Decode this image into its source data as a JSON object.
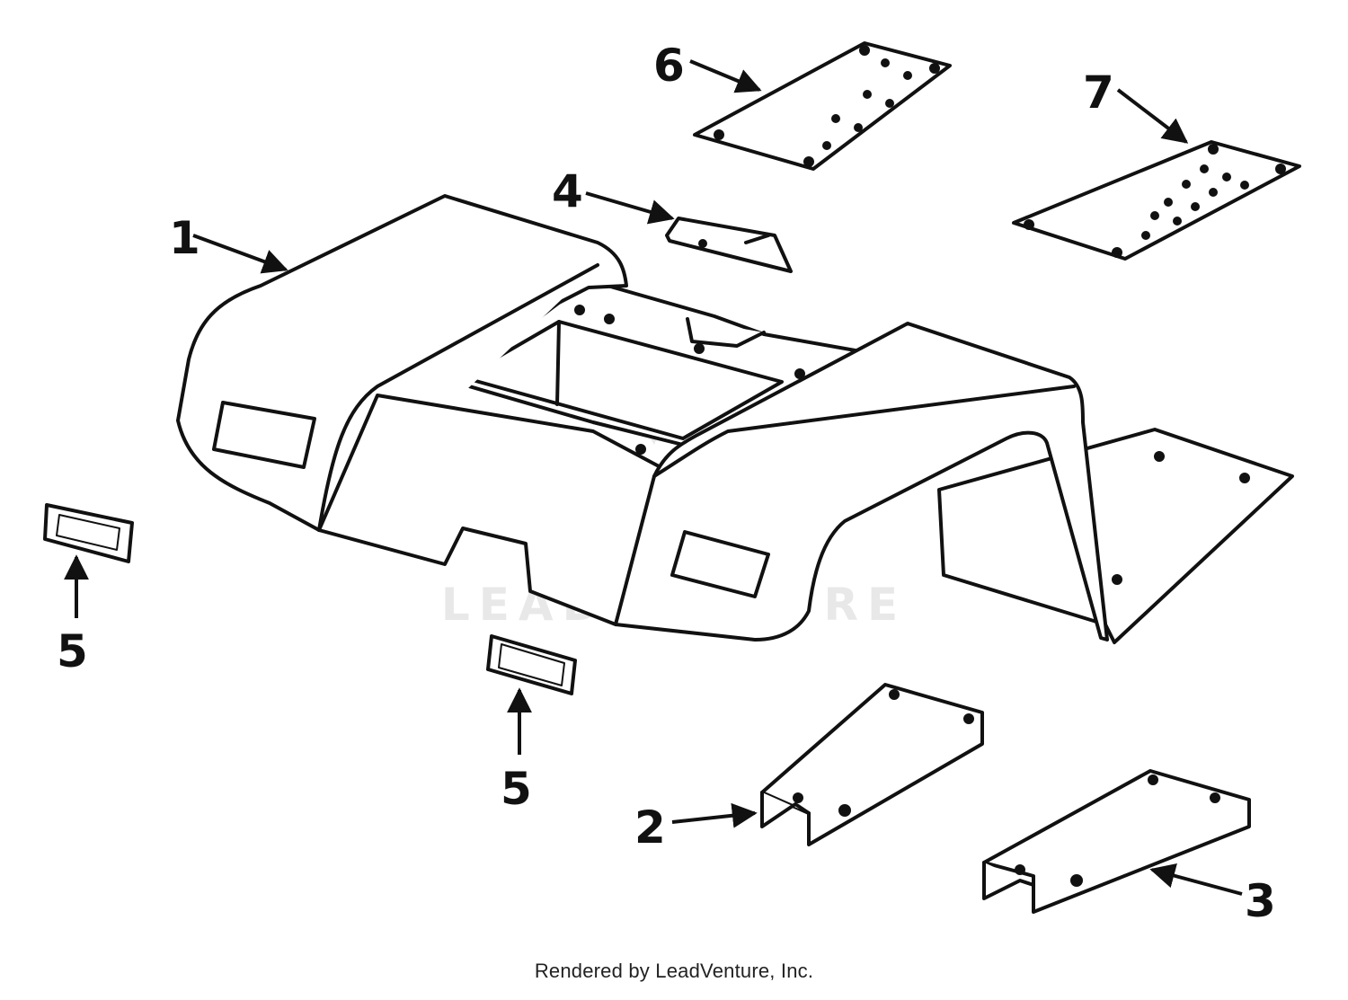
{
  "diagram": {
    "callouts": {
      "part1": "1",
      "part2": "2",
      "part3": "3",
      "part4": "4",
      "part5a": "5",
      "part5b": "5",
      "part6": "6",
      "part7": "7"
    },
    "watermark": "LEADVENTURE",
    "credit": "Rendered by LeadVenture, Inc."
  },
  "colors": {
    "line": "#111111",
    "watermark": "#e3e3e3",
    "background": "#ffffff"
  }
}
